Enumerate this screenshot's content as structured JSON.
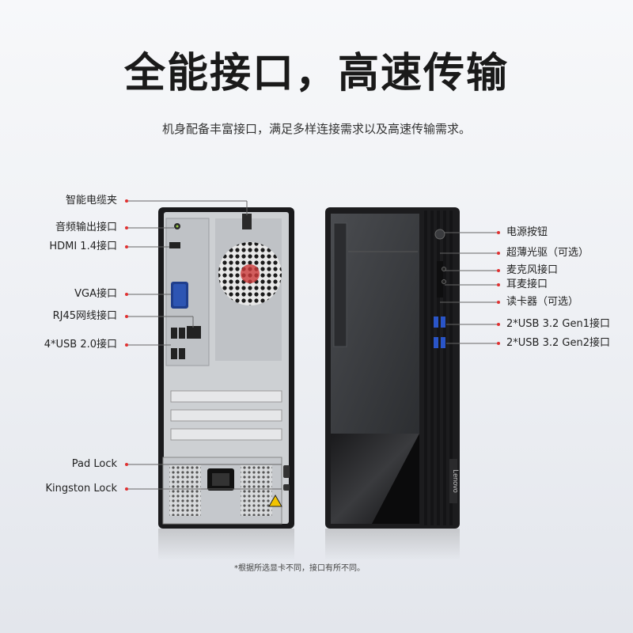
{
  "page": {
    "title": "全能接口，高速传输",
    "subtitle": "机身配备丰富接口，满足多样连接需求以及高速传输需求。",
    "footnote": "*根据所选显卡不同，接口有所不同。"
  },
  "left_labels": [
    {
      "text": "智能电缆夹"
    },
    {
      "text": "音频输出接口"
    },
    {
      "text": "HDMI 1.4接口"
    },
    {
      "text": "VGA接口"
    },
    {
      "text": "RJ45网线接口"
    },
    {
      "text": "4*USB 2.0接口"
    },
    {
      "text": "Pad Lock"
    },
    {
      "text": "Kingston Lock"
    }
  ],
  "right_labels": [
    {
      "text": "电源按钮"
    },
    {
      "text": "超薄光驱（可选）"
    },
    {
      "text": "麦克风接口"
    },
    {
      "text": "耳麦接口"
    },
    {
      "text": "读卡器（可选）"
    },
    {
      "text": "2*USB 3.2 Gen1接口"
    },
    {
      "text": "2*USB 3.2 Gen2接口"
    }
  ],
  "branding": {
    "logo_text": "Lenovo"
  },
  "colors": {
    "callout": "#e03030",
    "chassis": "#1c1c1e",
    "panel": "#3a3c40",
    "metal": "#c9ccd0"
  }
}
